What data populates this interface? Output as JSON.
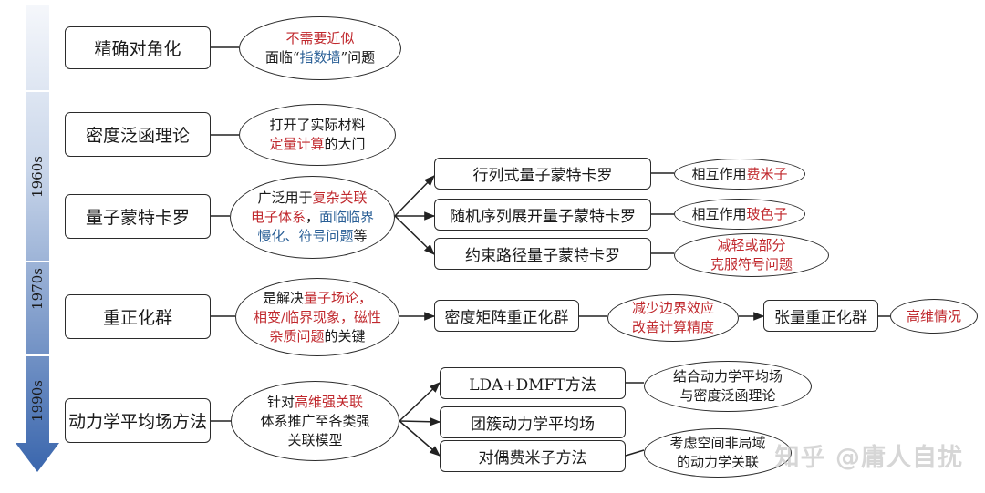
{
  "timeline": {
    "eras": [
      "1960s",
      "1970s",
      "1990s"
    ],
    "colors": {
      "top": "#f3f6fa",
      "bottom": "#3b67ad"
    }
  },
  "methods": {
    "diag": "精确对角化",
    "dft": "密度泛函理论",
    "qmc": "量子蒙特卡罗",
    "rg": "重正化群",
    "dmft": "动力学平均场方法"
  },
  "notes": {
    "diag": [
      [
        {
          "t": "不需要近似",
          "c": "red"
        }
      ],
      [
        {
          "t": "面临“",
          "c": ""
        },
        {
          "t": "指数墙",
          "c": "blue"
        },
        {
          "t": "”问题",
          "c": ""
        }
      ]
    ],
    "dft": [
      [
        {
          "t": "打开了实际材料",
          "c": ""
        }
      ],
      [
        {
          "t": "定量计算",
          "c": "red"
        },
        {
          "t": "的大门",
          "c": ""
        }
      ]
    ],
    "qmc": [
      [
        {
          "t": "广泛用于",
          "c": ""
        },
        {
          "t": "复杂关联",
          "c": "red"
        }
      ],
      [
        {
          "t": "电子体系",
          "c": "red"
        },
        {
          "t": "，",
          "c": ""
        },
        {
          "t": "面临临界",
          "c": "blue"
        }
      ],
      [
        {
          "t": "慢化、符号问题",
          "c": "blue"
        },
        {
          "t": "等",
          "c": ""
        }
      ]
    ],
    "rg": [
      [
        {
          "t": "是解决",
          "c": ""
        },
        {
          "t": "量子场论，",
          "c": "red"
        }
      ],
      [
        {
          "t": "相变/临界现象，磁性",
          "c": "red"
        }
      ],
      [
        {
          "t": "杂质问题",
          "c": "red"
        },
        {
          "t": "的关键",
          "c": ""
        }
      ]
    ],
    "dmft": [
      [
        {
          "t": "针对",
          "c": ""
        },
        {
          "t": "高维强关联",
          "c": "red"
        }
      ],
      [
        {
          "t": "体系推广至各类强",
          "c": ""
        }
      ],
      [
        {
          "t": "关联模型",
          "c": ""
        }
      ]
    ]
  },
  "branches": {
    "qmc1": "行列式量子蒙特卡罗",
    "qmc2": "随机序列展开量子蒙特卡罗",
    "qmc3": "约束路径量子蒙特卡罗",
    "rg1": "密度矩阵重正化群",
    "rg2": "张量重正化群",
    "dmft1": "LDA+DMFT方法",
    "dmft2": "团簇动力学平均场",
    "dmft3": "对偶费米子方法"
  },
  "results": {
    "qmc1": [
      [
        {
          "t": "相互作用",
          "c": ""
        },
        {
          "t": "费米子",
          "c": "red"
        }
      ]
    ],
    "qmc2": [
      [
        {
          "t": "相互作用",
          "c": ""
        },
        {
          "t": "玻色子",
          "c": "red"
        }
      ]
    ],
    "qmc3": [
      [
        {
          "t": "减轻或部分",
          "c": "red"
        }
      ],
      [
        {
          "t": "克服符号问题",
          "c": "red"
        }
      ]
    ],
    "rg1": [
      [
        {
          "t": "减少边界效应",
          "c": "red"
        }
      ],
      [
        {
          "t": "改善计算精度",
          "c": "red"
        }
      ]
    ],
    "rg2": [
      [
        {
          "t": "高维情况",
          "c": "red"
        }
      ]
    ],
    "dmft1": [
      [
        {
          "t": "结合动力学平均场",
          "c": ""
        }
      ],
      [
        {
          "t": "与密度泛函理论",
          "c": ""
        }
      ]
    ],
    "dmft3": [
      [
        {
          "t": "考虑空间非局域",
          "c": ""
        }
      ],
      [
        {
          "t": "的动力学关联",
          "c": ""
        }
      ]
    ]
  },
  "watermark": "知乎 @庸人自扰"
}
